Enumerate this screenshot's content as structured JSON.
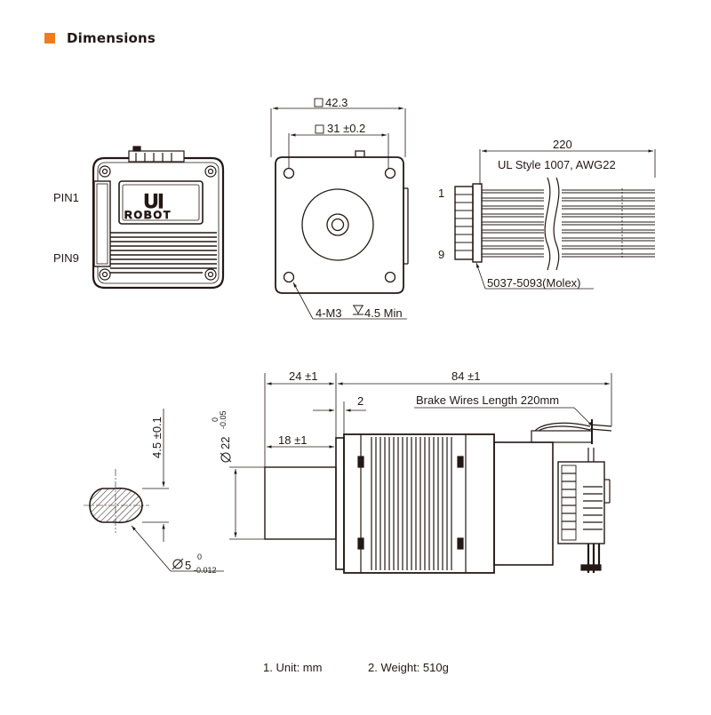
{
  "header": {
    "title": "Dimensions",
    "accent_color": "#f07c1e"
  },
  "rear_view": {
    "pin_top": "PIN1",
    "pin_bottom": "PIN9",
    "logo_line1": "UI",
    "logo_line2": "ROBOT"
  },
  "front_view": {
    "outer_dim": "42.3",
    "inner_dim": "31 ±0.2",
    "holes": "4-M3",
    "hole_depth": "4.5 Min"
  },
  "cable": {
    "length": "220",
    "spec": "UL Style 1007, AWG22",
    "pin_first": "1",
    "pin_last": "9",
    "connector": "5037-5093(Molex)"
  },
  "side_view": {
    "len_body": "84 ±1",
    "len_shaft": "24 ±1",
    "len_flat": "18 ±1",
    "pilot_depth": "2",
    "brake": "Brake Wires Length 220mm",
    "pilot_dia": "22",
    "pilot_tol_up": "0",
    "pilot_tol_low": "-0.05"
  },
  "shaft_section": {
    "flat_dim": "4.5 ±0.1",
    "dia": "5",
    "tol_up": "0",
    "tol_low": "-0.012"
  },
  "notes": {
    "unit": "1. Unit: mm",
    "weight": "2. Weight: 510g"
  }
}
